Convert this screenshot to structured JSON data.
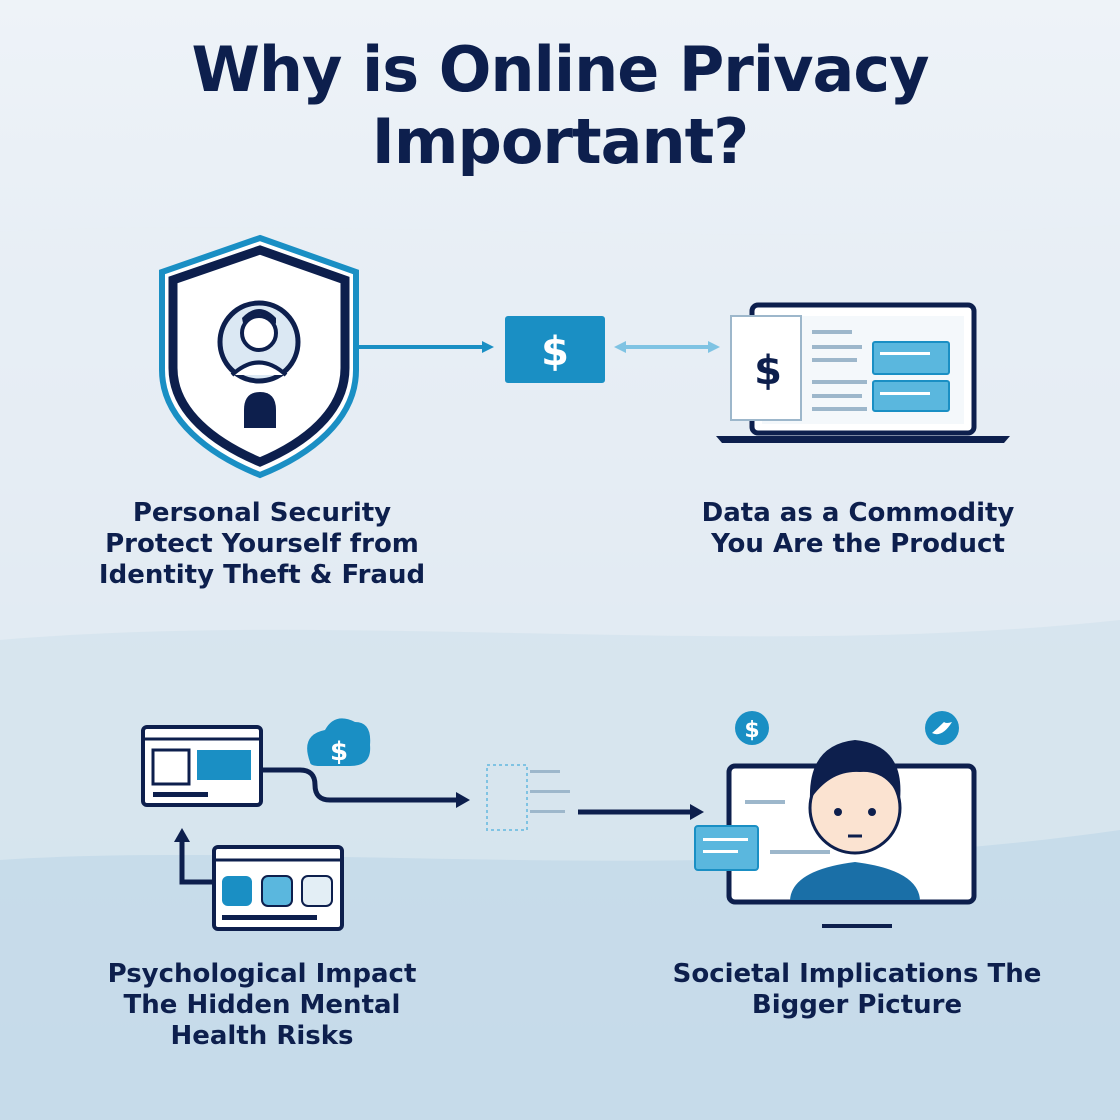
{
  "title": {
    "line1": "Why is Online Privacy",
    "line2": "Important?"
  },
  "panels": [
    {
      "lines": [
        "Personal Security",
        "Protect Yourself from",
        "Identity Theft & Fraud"
      ]
    },
    {
      "lines": [
        "Data as a Commodity",
        "You Are the Product"
      ]
    },
    {
      "lines": [
        "Psychological Impact",
        "The Hidden Mental",
        "Health Risks"
      ]
    },
    {
      "lines": [
        "Societal Implications The",
        "Bigger Picture"
      ]
    }
  ],
  "icons": {
    "dollar_glyph": "$",
    "shield": "shield-icon",
    "user": "user-icon",
    "lock": "lock-icon",
    "laptop": "laptop-icon",
    "cloud": "cloud-dollar-icon",
    "bird": "bird-icon"
  },
  "colors": {
    "navy": "#0d1f4d",
    "accent": "#1a8fc4",
    "accent_light": "#5ab7de"
  }
}
